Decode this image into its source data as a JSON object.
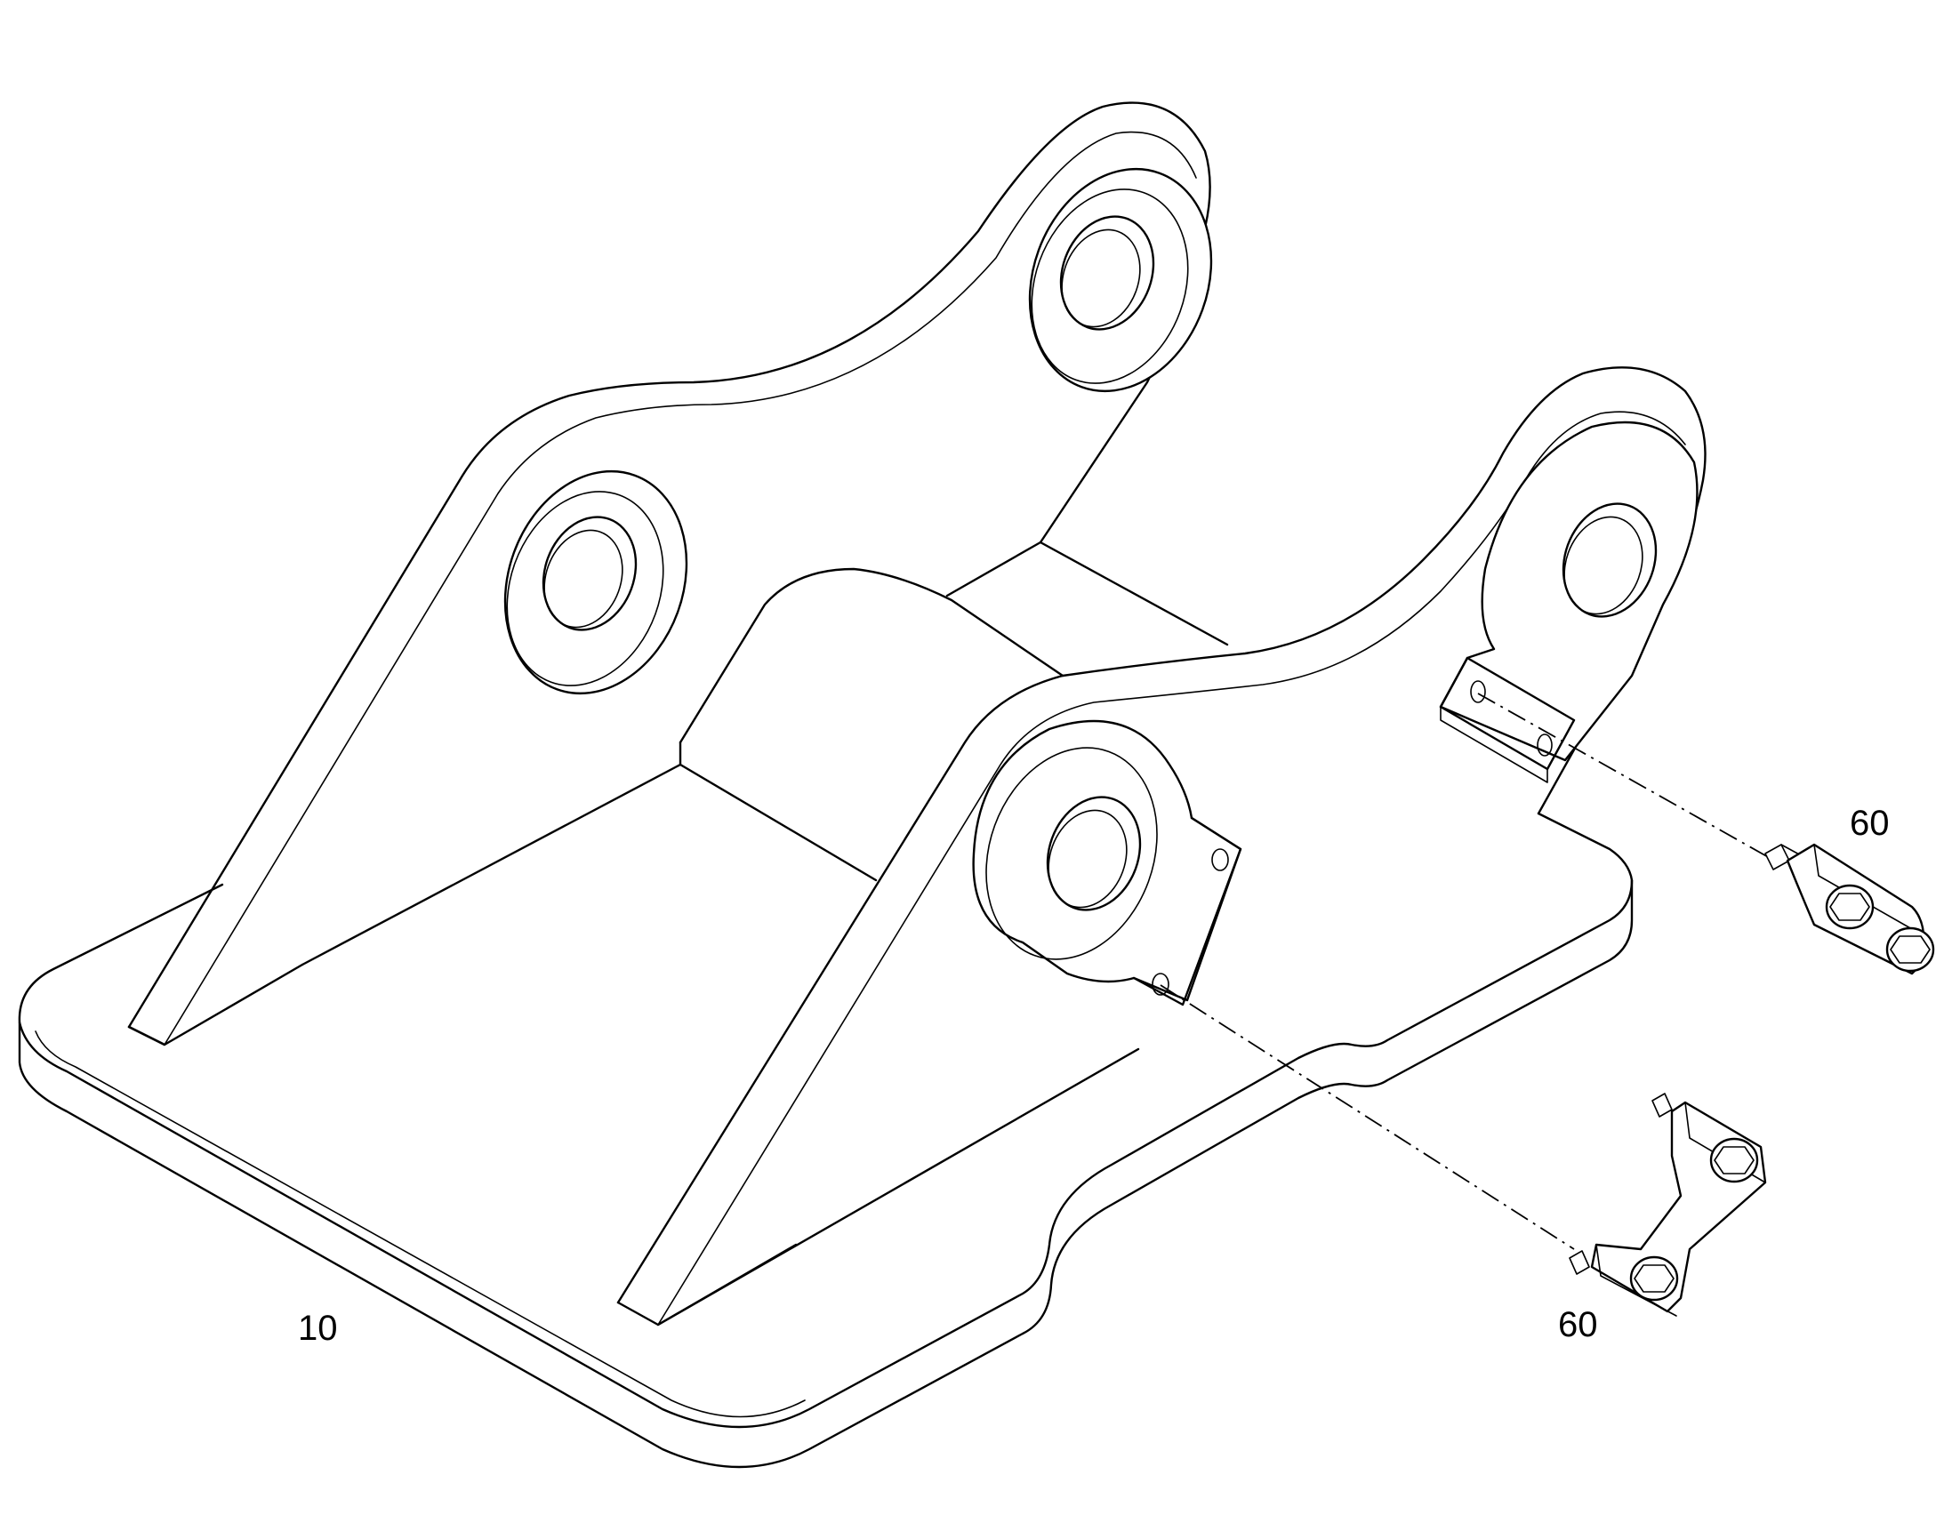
{
  "diagram": {
    "callouts": {
      "bracket": "10",
      "clamp_upper": "60",
      "clamp_lower": "60"
    }
  }
}
